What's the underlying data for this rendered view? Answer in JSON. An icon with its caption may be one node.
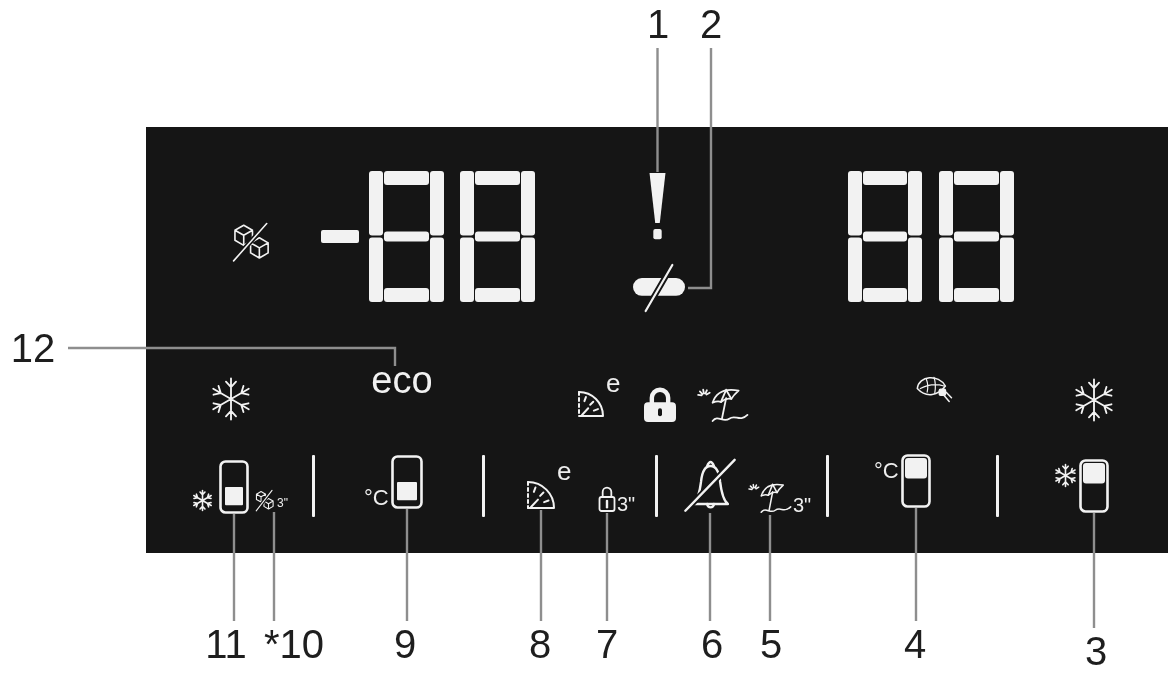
{
  "diagram": {
    "nodes": [
      {
        "text": [
          "1"
        ]
      },
      {
        "text": [
          "2"
        ]
      },
      {
        "text": [
          "12"
        ]
      },
      {
        "text": [],
        "shape": "box"
      },
      {
        "text": [],
        "shape": "picture",
        "in": 3
      },
      {
        "text": [],
        "shape": "picture",
        "in": 3
      },
      {
        "text": [
          "eco"
        ],
        "in": 3
      },
      {
        "text": [],
        "shape": "picture",
        "in": 3
      },
      {
        "text": [],
        "shape": "picture",
        "in": 3,
        "beside": [
          "3\""
        ]
      },
      {
        "text": [],
        "shape": "picture",
        "in": 3,
        "beside": [
          "°C"
        ]
      },
      {
        "text": [],
        "shape": "picture",
        "in": 3,
        "beside": [
          "e"
        ]
      },
      {
        "text": [],
        "shape": "picture",
        "in": 3,
        "beside": [
          "3\""
        ]
      },
      {
        "text": [],
        "shape": "picture",
        "in": 3
      },
      {
        "text": [],
        "shape": "picture",
        "in": 3,
        "beside": [
          "3\""
        ]
      },
      {
        "text": [],
        "shape": "picture",
        "in": 3,
        "beside": [
          "°C"
        ]
      },
      {
        "text": [],
        "shape": "picture",
        "in": 3
      },
      {
        "text": [
          "11"
        ]
      },
      {
        "text": [
          "*10"
        ]
      },
      {
        "text": [
          "9"
        ]
      },
      {
        "text": [
          "8"
        ]
      },
      {
        "text": [
          "7"
        ]
      },
      {
        "text": [
          "6"
        ]
      },
      {
        "text": [
          "5"
        ]
      },
      {
        "text": [
          "4"
        ]
      },
      {
        "text": [
          "3"
        ]
      }
    ],
    "edges": [
      {
        "from": 0,
        "to": 4,
        "arrow": "none"
      },
      {
        "from": 1,
        "to": 5,
        "arrow": "none"
      },
      {
        "from": 2,
        "to": 6,
        "arrow": "none"
      },
      {
        "from": 16,
        "to": 7,
        "arrow": "none"
      },
      {
        "from": 17,
        "to": 8,
        "arrow": "none"
      },
      {
        "from": 18,
        "to": 9,
        "arrow": "none"
      },
      {
        "from": 19,
        "to": 10,
        "arrow": "none"
      },
      {
        "from": 20,
        "to": 11,
        "arrow": "none"
      },
      {
        "from": 21,
        "to": 12,
        "arrow": "none"
      },
      {
        "from": 22,
        "to": 13,
        "arrow": "none"
      },
      {
        "from": 23,
        "to": 14,
        "arrow": "none"
      },
      {
        "from": 24,
        "to": 15,
        "arrow": "none"
      }
    ],
    "labels": [
      "e"
    ]
  }
}
